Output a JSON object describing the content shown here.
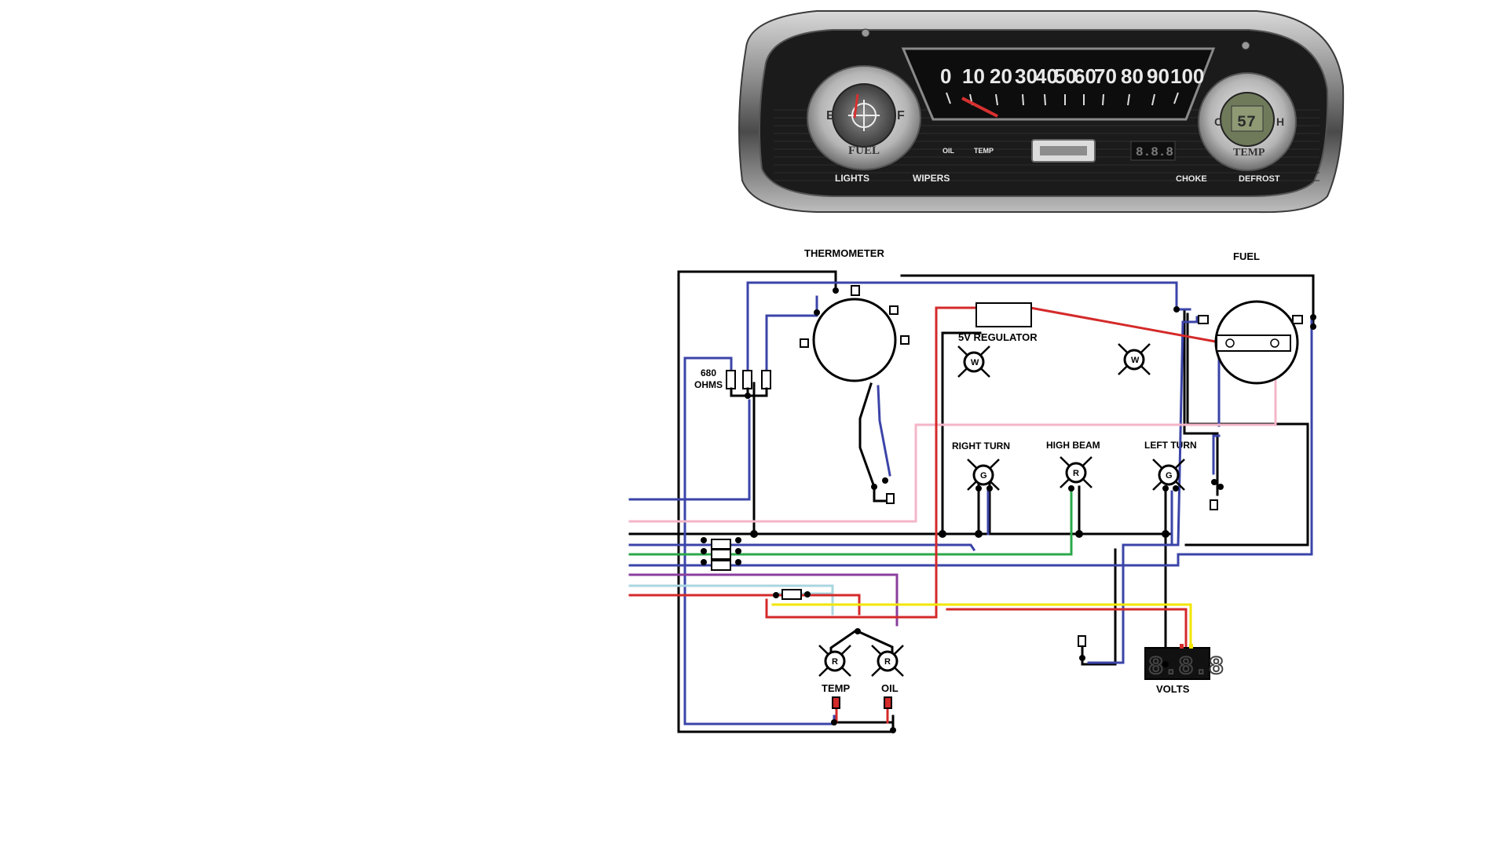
{
  "dashboard": {
    "speedo_ticks": [
      "0",
      "10",
      "20",
      "30",
      "40",
      "50",
      "60",
      "70",
      "80",
      "90",
      "100"
    ],
    "fuel_dial": "FUEL",
    "temp_dial": "TEMP",
    "fuel_e": "E",
    "fuel_f": "F",
    "temp_c": "C",
    "temp_h": "H",
    "temp_reading": "57",
    "oil_tag": "OIL",
    "temp_tag": "TEMP",
    "volt_digits": "8.8.8",
    "knob_lights": "LIGHTS",
    "knob_wipers": "WIPERS",
    "knob_choke": "CHOKE",
    "knob_defrost": "DEFROST"
  },
  "diagram": {
    "thermometer": "THERMOMETER",
    "fuel": "FUEL",
    "regulator": "5V REGULATOR",
    "ohms_value": "680",
    "ohms_unit": "OHMS",
    "right_turn": "RIGHT TURN",
    "high_beam": "HIGH BEAM",
    "left_turn": "LEFT TURN",
    "temp": "TEMP",
    "oil": "OIL",
    "volts": "VOLTS",
    "led_white": "W",
    "led_green": "G",
    "led_red": "R",
    "volt_display": "8.8.8"
  },
  "colors": {
    "black": "#000000",
    "blue": "#3b44a8",
    "pink": "#f4b6c8",
    "green": "#2aa84a",
    "purple": "#8a3f9e",
    "light_blue": "#a9d6e0",
    "red": "#d42a2a",
    "yellow": "#f2e600",
    "display_digit": "#cc1b1b"
  }
}
